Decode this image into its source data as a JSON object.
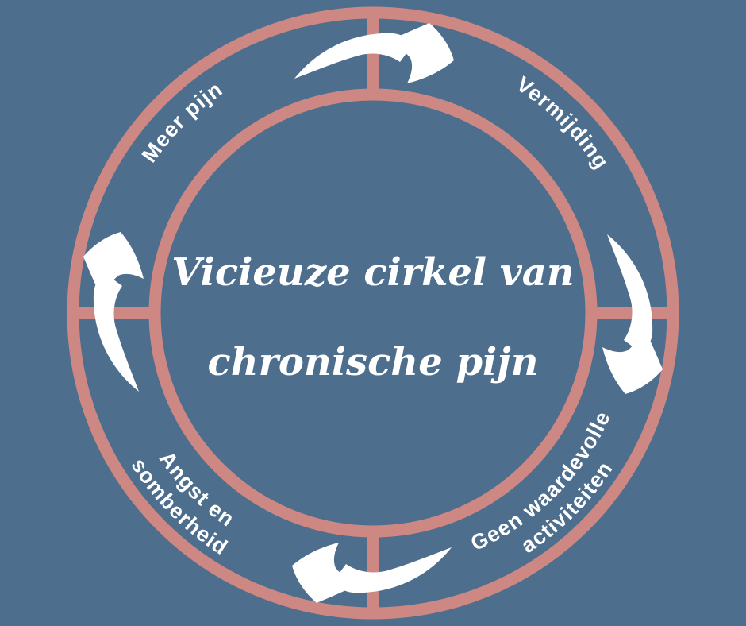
{
  "title": {
    "line1": "Vicieuze cirkel van",
    "line2": "chronische pijn"
  },
  "cycle": {
    "direction": "clockwise",
    "stages": [
      {
        "label": "Meer pijn",
        "position": "top-left",
        "lines": [
          "Meer pijn"
        ]
      },
      {
        "label": "Vermijding",
        "position": "top-right",
        "lines": [
          "Vermijding"
        ]
      },
      {
        "label": "Geen waardevolle activiteiten",
        "position": "bottom-right",
        "lines": [
          "Geen waardevolle",
          "activiteiten"
        ]
      },
      {
        "label": "Angst en somberheid",
        "position": "bottom-left",
        "lines": [
          "Angst en",
          "somberheid"
        ]
      }
    ]
  },
  "icons": [
    "cycle-arrow-top-icon",
    "cycle-arrow-right-icon",
    "cycle-arrow-bottom-icon",
    "cycle-arrow-left-icon"
  ],
  "colors": {
    "background": "#4E6E8E",
    "ring": "#CE8883",
    "text": "#FFFFFF"
  }
}
